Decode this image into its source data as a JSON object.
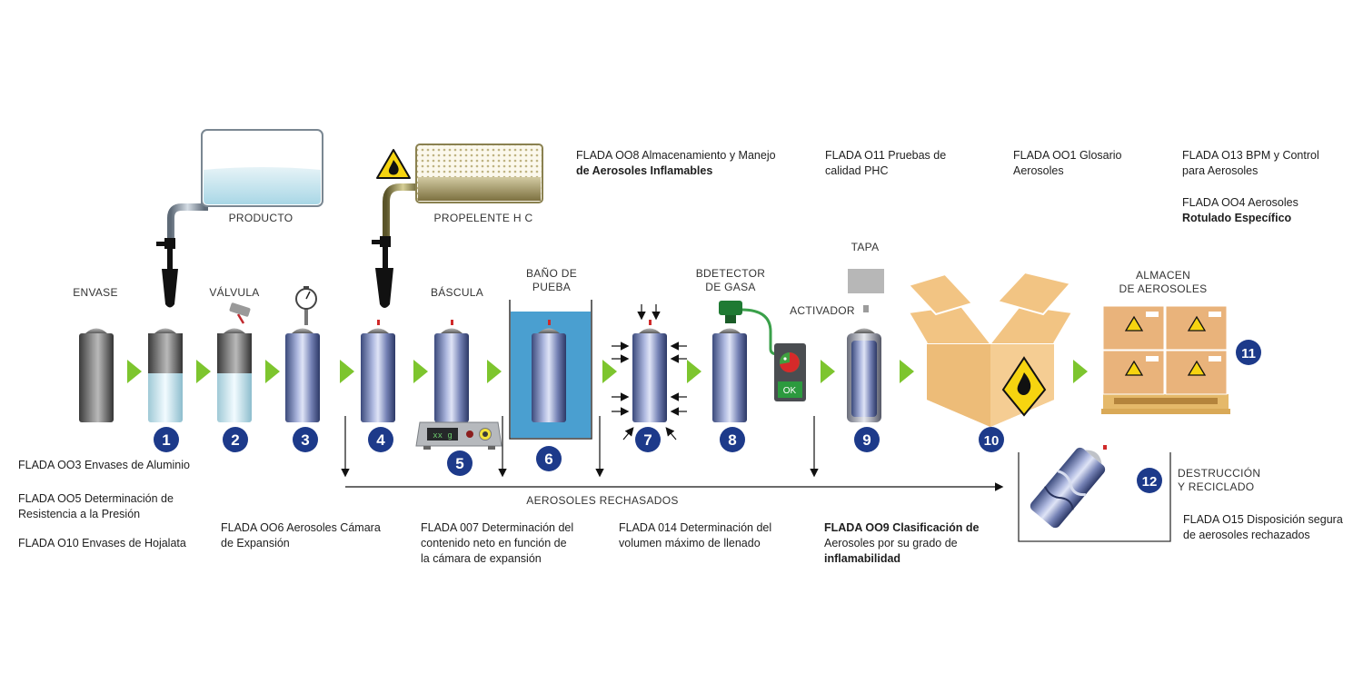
{
  "stages": [
    {
      "number": "1"
    },
    {
      "number": "2"
    },
    {
      "number": "3"
    },
    {
      "number": "4"
    },
    {
      "number": "5"
    },
    {
      "number": "6"
    },
    {
      "number": "7"
    },
    {
      "number": "8"
    },
    {
      "number": "9"
    },
    {
      "number": "10"
    },
    {
      "number": "11"
    },
    {
      "number": "12"
    }
  ],
  "labels": {
    "envase": "ENVASE",
    "valvula": "VÁLVULA",
    "producto": "PRODUCTO",
    "propelente": "PROPELENTE H C",
    "bascula": "BÁSCULA",
    "bano_1": "BAÑO DE",
    "bano_2": "PUEBA",
    "detector_1": "BDETECTOR",
    "detector_2": "DE GASA",
    "activador": "ACTIVADOR",
    "tapa": "TAPA",
    "almacen_1": "ALMACEN",
    "almacen_2": "DE AEROSOLES",
    "destruccion_1": "DESTRUCCIÓN",
    "destruccion_2": "Y RECICLADO",
    "rechazados": "AEROSOLES RECHASADOS",
    "scale_display": "xx g",
    "ok_button": "OK"
  },
  "notes": {
    "n_aluminio": "FLADA OO3 Envases de Aluminio",
    "n_presion_1": "FLADA OO5 Determinación de",
    "n_presion_2": "Resistencia a la Presión",
    "n_hojalata": "FLADA O10 Envases de Hojalata",
    "n_camara_1": "FLADA OO6 Aerosoles Cámara",
    "n_camara_2": "de Expansión",
    "n_007_1": "FLADA 007 Determinación del",
    "n_007_2": "contenido neto en función de",
    "n_007_3": "la cámara de expansión",
    "n_014_1": "FLADA 014 Determinación del",
    "n_014_2": "volumen máximo de llenado",
    "n_009_1": "FLADA OO9 Clasificación de",
    "n_009_2": "Aerosoles por su grado de",
    "n_009_3": "inflamabilidad",
    "n_008_1": "FLADA OO8 Almacenamiento y Manejo",
    "n_008_2": "de Aerosoles Inflamables",
    "n_011_1": "FLADA O11 Pruebas de",
    "n_011_2": "calidad PHC",
    "n_001_1": "FLADA OO1 Glosario",
    "n_001_2": "Aerosoles",
    "n_013_1": "FLADA O13 BPM y Control",
    "n_013_2": "para Aerosoles",
    "n_004_1": "FLADA OO4 Aerosoles",
    "n_004_2": "Rotulado Específico",
    "n_015_1": "FLADA O15 Disposición segura",
    "n_015_2": "de aerosoles rechazados"
  },
  "colors": {
    "badge": "#1d3a8a",
    "arrow_green": "#7dc52e",
    "box": "#f2c483",
    "water": "#4a9fd0",
    "warning_yellow": "#f6d410"
  }
}
